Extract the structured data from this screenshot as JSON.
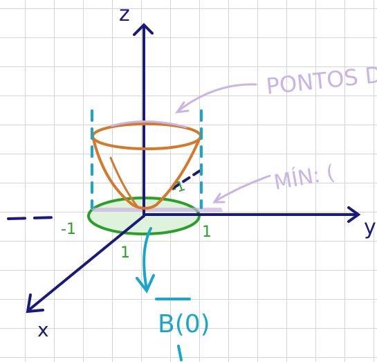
{
  "colors": {
    "axis": "#1a1a7a",
    "paraboloid": "#d4782a",
    "disc": "#2aa02a",
    "disc_fill": "#dff2dc",
    "projection": "#19a6cc",
    "annotation": "#c9b4e6"
  },
  "labels": {
    "axis_z": "z",
    "axis_y": "y",
    "axis_x": "x",
    "note_top": "PONTOS DE",
    "note_bottom": "MÍN: (",
    "tick_neg_y": "-1",
    "tick_pos_y": "1",
    "tick_x": "1",
    "tick_axis": "-1",
    "domain_label": "B(0)"
  }
}
